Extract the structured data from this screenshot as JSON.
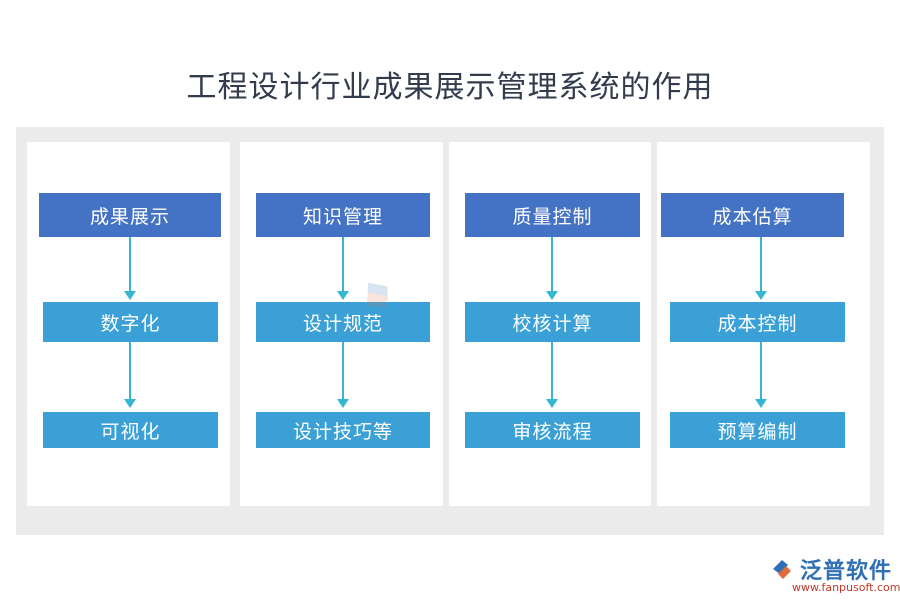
{
  "title": "工程设计行业成果展示管理系统的作用",
  "columns": [
    {
      "header": "成果展示",
      "steps": [
        "数字化",
        "可视化"
      ]
    },
    {
      "header": "知识管理",
      "steps": [
        "设计规范",
        "设计技巧等"
      ]
    },
    {
      "header": "质量控制",
      "steps": [
        "校核计算",
        "审核流程"
      ]
    },
    {
      "header": "成本估算",
      "steps": [
        "成本控制",
        "预算编制"
      ]
    }
  ],
  "logo": {
    "name": "泛普软件",
    "url": "www.fanpusoft.com"
  },
  "colors": {
    "header": "#4472c4",
    "step": "#3aa0d6",
    "arrow": "#36b6d0",
    "background": "#ebebeb"
  }
}
